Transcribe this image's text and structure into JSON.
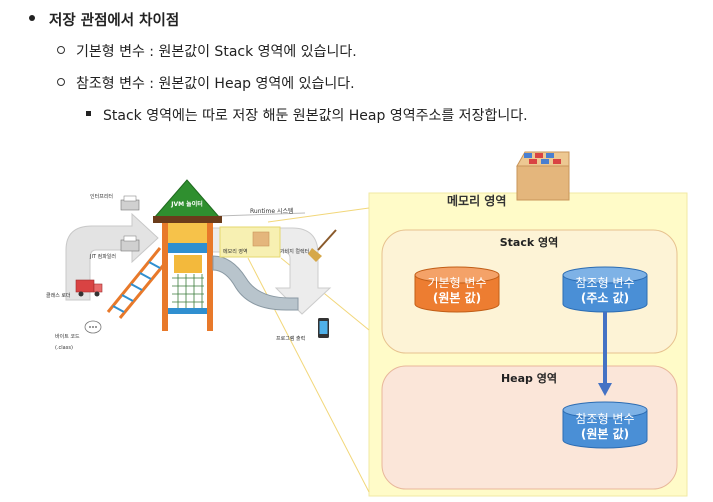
{
  "list": {
    "heading": "저장 관점에서 차이점",
    "primitive": "기본형 변수 : 원본값이 Stack 영역에 있습니다.",
    "reference": "참조형 변수 : 원본값이 Heap 영역에 있습니다.",
    "reference_detail": "Stack 영역에는 따로 저장 해둔 원본값의 Heap 영역주소를 저장합니다."
  },
  "playground": {
    "roof_label": "JVM 놀이터",
    "runtime_label": "Runtime 시스템",
    "interpreter": "인터프리터",
    "jit_compiler": "JIT 컴파일러",
    "class_loader": "클래스 로더",
    "bytecode": "바이트 코드",
    "bytecode_ext": "(.class)",
    "memory_area": "메모리 영역",
    "garbage_collector": "가비지 컬렉터",
    "program_output": "프로그램 출력"
  },
  "memory": {
    "title": "메모리 영역",
    "stack_title": "Stack 영역",
    "heap_title": "Heap 영역",
    "stack_primitive_line1": "기본형 변수",
    "stack_primitive_line2": "(원본 값)",
    "stack_reference_line1": "참조형 변수",
    "stack_reference_line2": "(주소 값)",
    "heap_reference_line1": "참조형 변수",
    "heap_reference_line2": "(원본 값)"
  },
  "colors": {
    "memory_bg": "#fffbc8",
    "stack_bg": "#fdf3d6",
    "heap_bg": "#fbe6d9",
    "primitive_cyl": "#ed7d31",
    "reference_cyl": "#4a8fd6",
    "arrow": "#4472c4"
  }
}
